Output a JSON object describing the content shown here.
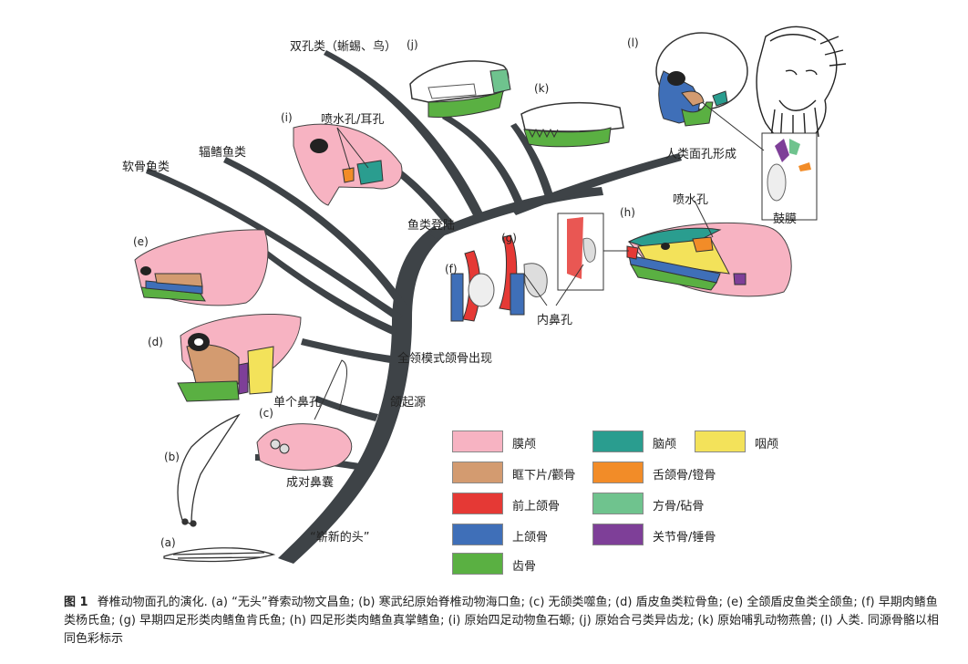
{
  "labels": {
    "monotremes": "双孔类（蜥蜴、鸟）",
    "cartilaginous": "软骨鱼类",
    "rayfinned": "辐鳍鱼类",
    "spiracle_ear": "喷水孔/耳孔",
    "human_face": "人类面孔形成",
    "eardrum": "鼓膜",
    "landing": "鱼类登陆",
    "spiracle": "喷水孔",
    "inner_nostril": "内鼻孔",
    "jaw_pattern": "全领模式颌骨出现",
    "jaw_origin": "颌起源",
    "single_nostril": "单个鼻孔",
    "paired_nasal_sacs": "成对鼻囊",
    "new_head": "“崭新的头”"
  },
  "panels": [
    "(a)",
    "(b)",
    "(c)",
    "(d)",
    "(e)",
    "(f)",
    "(g)",
    "(h)",
    "(i)",
    "(j)",
    "(k)",
    "(l)"
  ],
  "legend": [
    {
      "label": "膜颅",
      "color": "#f7b3c2"
    },
    {
      "label": "眶下片/颧骨",
      "color": "#d39b70"
    },
    {
      "label": "前上颌骨",
      "color": "#e53935"
    },
    {
      "label": "上颌骨",
      "color": "#3f6fb8"
    },
    {
      "label": "齿骨",
      "color": "#5ab042"
    },
    {
      "label": "脑颅",
      "color": "#2a9d8f"
    },
    {
      "label": "舌颌骨/镫骨",
      "color": "#f28c28"
    },
    {
      "label": "方骨/砧骨",
      "color": "#6fc38e"
    },
    {
      "label": "关节骨/锤骨",
      "color": "#7e3f98"
    },
    {
      "label": "咽颅",
      "color": "#f3e25a"
    }
  ],
  "caption": {
    "figure_no": "图 1",
    "text": "脊椎动物面孔的演化. (a) “无头”脊索动物文昌鱼; (b) 寒武纪原始脊椎动物海口鱼; (c) 无颌类噬鱼; (d) 盾皮鱼类粒骨鱼; (e) 全颌盾皮鱼类全颌鱼; (f) 早期肉鳍鱼类杨氏鱼; (g) 早期四足形类肉鳍鱼肯氏鱼; (h) 四足形类肉鳍鱼真掌鳍鱼; (i) 原始四足动物鱼石螈; (j) 原始合弓类异齿龙; (k) 原始哺乳动物燕兽; (l) 人类. 同源骨骼以相同色彩标示"
  }
}
